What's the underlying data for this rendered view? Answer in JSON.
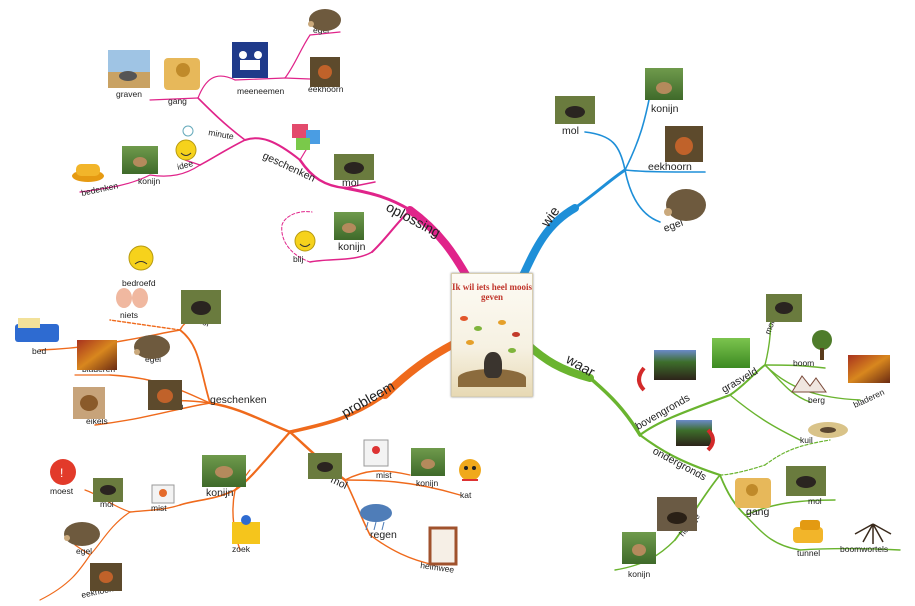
{
  "center": {
    "book_title": "Ik wil iets heel moois geven"
  },
  "branches": {
    "oplossing": "oplossing",
    "wie": "wie",
    "probleem": "probleem",
    "waar": "waar"
  },
  "oplossing": {
    "geschenken": "geschenken",
    "mol": "mol",
    "konijn": "konijn",
    "blij": "blij",
    "minute": "minute",
    "graven": "graven",
    "gang": "gang",
    "meneemen": "meeneemen",
    "egel": "egel",
    "eekhoorn": "eekhoorn",
    "idee": "idee",
    "konijn2": "konijn",
    "beetnken": "bedenken"
  },
  "wie": {
    "mol": "mol",
    "konijn": "konijn",
    "eekhoorn": "eekhoorn",
    "egel": "egel"
  },
  "probleem": {
    "geschenken": "geschenken",
    "bedroefd": "bedroefd",
    "niets": "niets",
    "mol": "mol",
    "bed": "bed",
    "bladeren": "bladeren",
    "egel": "egel",
    "eekhoorn": "eekhoorn",
    "eikels": "eikels",
    "konijn": "konijn",
    "mist": "mist",
    "moest": "moest",
    "mol2": "mol",
    "egel2": "egel",
    "eekhoorn2": "eekhoorn",
    "zoek": "zoek",
    "mol3": "mol",
    "mist2": "mist",
    "konijn2": "konijn",
    "kat": "kat",
    "regen": "regen",
    "heimwee": "heimwee"
  },
  "waar": {
    "bovengronds": "bovengronds",
    "grasveld": "grasveld",
    "molshoop": "molshoop",
    "boom": "boom",
    "berg": "berg",
    "bladeren": "bladeren",
    "kuil": "kuil",
    "ondergronds": "ondergronds",
    "gang": "gang",
    "mol": "mol",
    "holletje": "holletje",
    "konijn": "konijn",
    "tunnel": "tunnel",
    "boomwortels": "boomwortels"
  },
  "colors": {
    "oplossing": "#e0248a",
    "wie": "#1e8fd8",
    "probleem": "#ef6a1c",
    "waar": "#6ab42f"
  }
}
